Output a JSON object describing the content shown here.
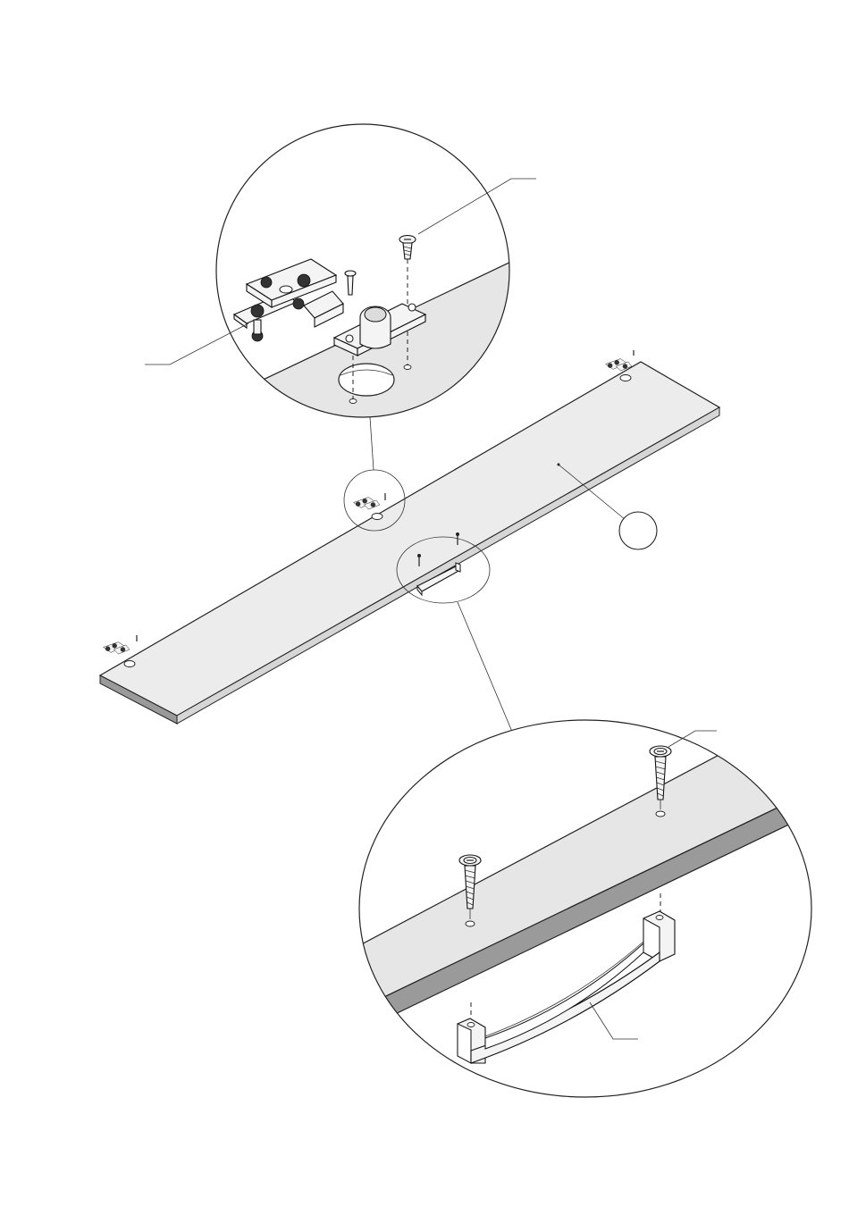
{
  "diagram": {
    "callouts": [
      {
        "id": "hinge-screw-callout",
        "label": ""
      },
      {
        "id": "hinge-callout",
        "label": ""
      },
      {
        "id": "panel-callout",
        "label": ""
      },
      {
        "id": "handle-screw-callout",
        "label": ""
      },
      {
        "id": "handle-callout",
        "label": ""
      }
    ],
    "colors": {
      "panel_top": "#ececec",
      "panel_edge": "#9a9a9a",
      "line": "#222222"
    }
  }
}
